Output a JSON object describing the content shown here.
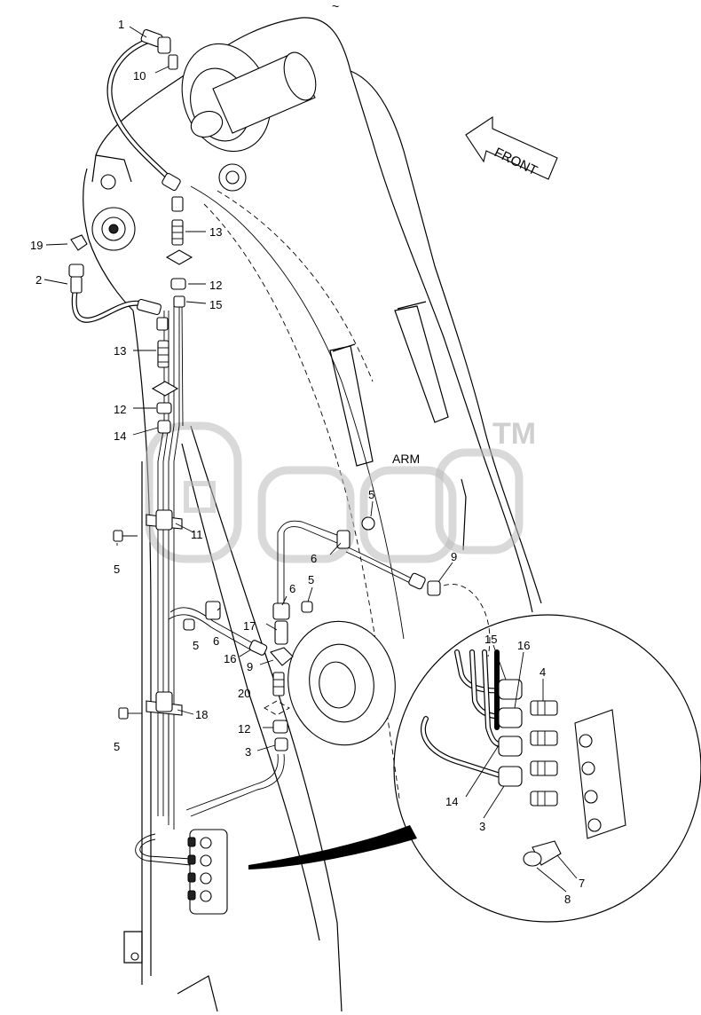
{
  "labels": {
    "arm": "ARM",
    "front": "FRONT",
    "top_mark": "~"
  },
  "watermark": {
    "trademark": "TM"
  },
  "callouts": {
    "c1": "1",
    "c10": "10",
    "c19": "19",
    "c2": "2",
    "c13a": "13",
    "c12a": "12",
    "c15a": "15",
    "c13b": "13",
    "c12b": "12",
    "c14a": "14",
    "c11": "11",
    "c5a": "5",
    "c5b": "5",
    "c6a": "6",
    "c9a": "9",
    "c6b": "6",
    "c5c": "5",
    "c17": "17",
    "c6c": "6",
    "c5d": "5",
    "c16a": "16",
    "c9b": "9",
    "c20": "20",
    "c12c": "12",
    "c3a": "3",
    "c18": "18",
    "c5e": "5",
    "c15b": "15",
    "c16b": "16",
    "c4": "4",
    "c14b": "14",
    "c3b": "3",
    "c7": "7",
    "c8": "8"
  }
}
